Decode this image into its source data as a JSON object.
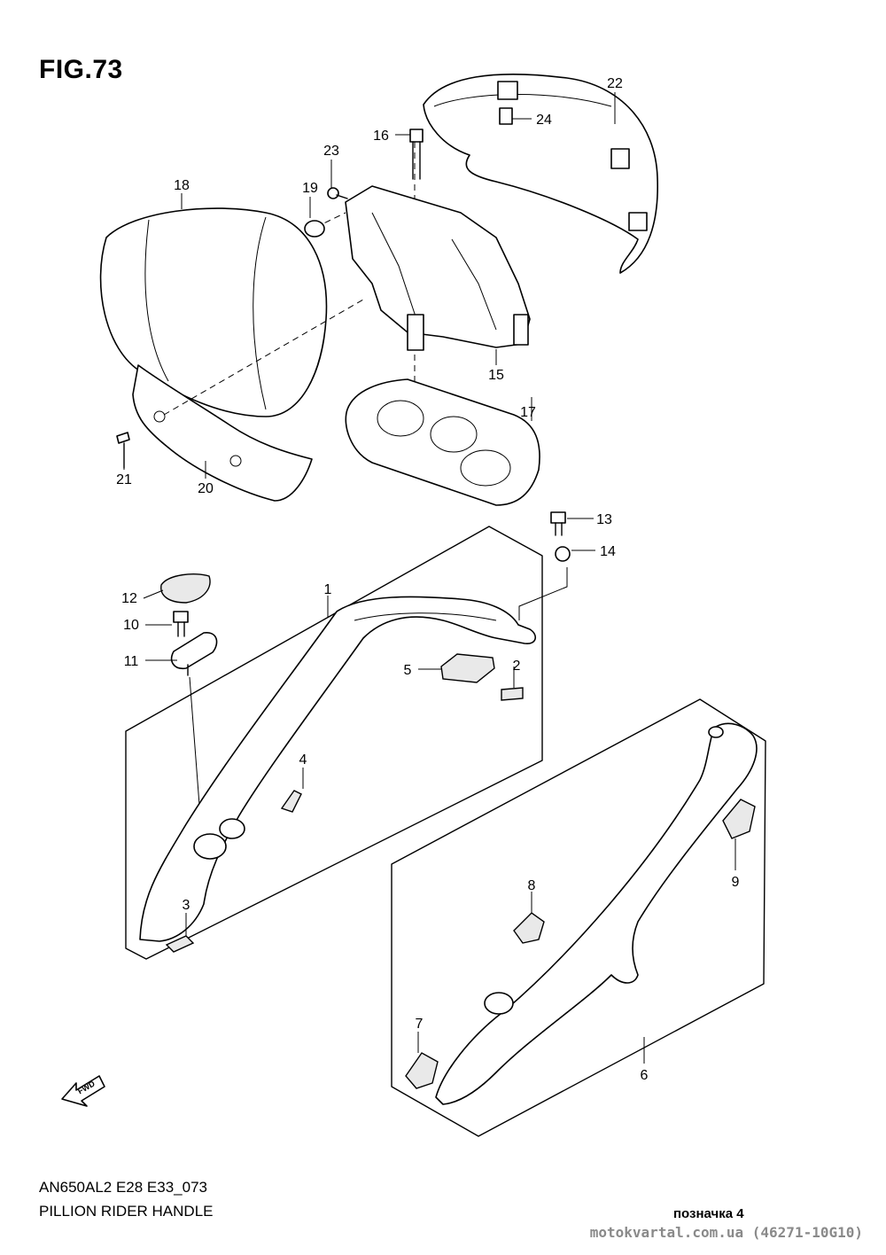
{
  "figure": {
    "title": "FIG.73",
    "model_code": "AN650AL2 E28 E33_073",
    "caption": "PILLION RIDER HANDLE",
    "mark": "позначка 4",
    "watermark": "motokvartal.com.ua (46271-10G10)",
    "fwd_label": "FWD"
  },
  "callouts": [
    "1",
    "2",
    "3",
    "4",
    "5",
    "6",
    "7",
    "8",
    "9",
    "10",
    "11",
    "12",
    "13",
    "14",
    "15",
    "16",
    "17",
    "18",
    "19",
    "20",
    "21",
    "22",
    "23",
    "24"
  ]
}
